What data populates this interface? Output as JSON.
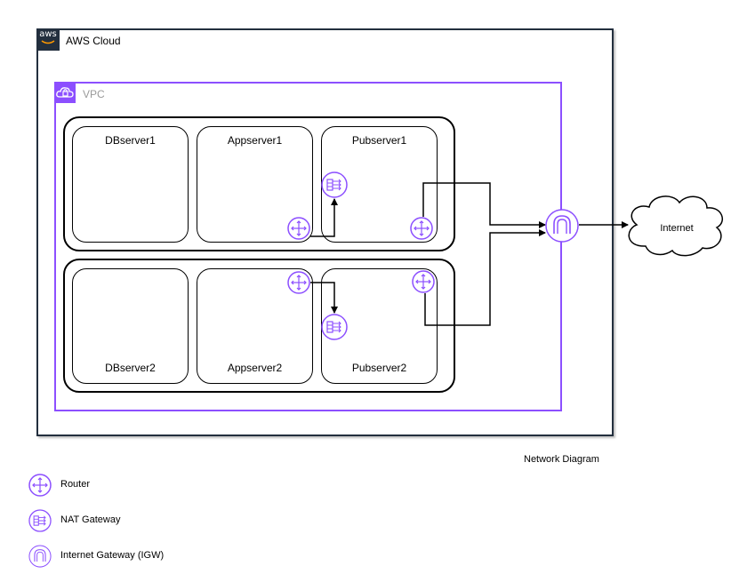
{
  "cloud": {
    "logo_text": "aws",
    "label": "AWS Cloud"
  },
  "vpc": {
    "label": "VPC"
  },
  "servers": {
    "db1": "DBserver1",
    "app1": "Appserver1",
    "pub1": "Pubserver1",
    "db2": "DBserver2",
    "app2": "Appserver2",
    "pub2": "Pubserver2"
  },
  "internet": {
    "label": "Internet"
  },
  "caption": "Network Diagram",
  "legend": {
    "router": "Router",
    "nat": "NAT Gateway",
    "igw": "Internet Gateway (IGW)"
  },
  "colors": {
    "accent": "#8c4fff",
    "frame": "#232f3e"
  }
}
